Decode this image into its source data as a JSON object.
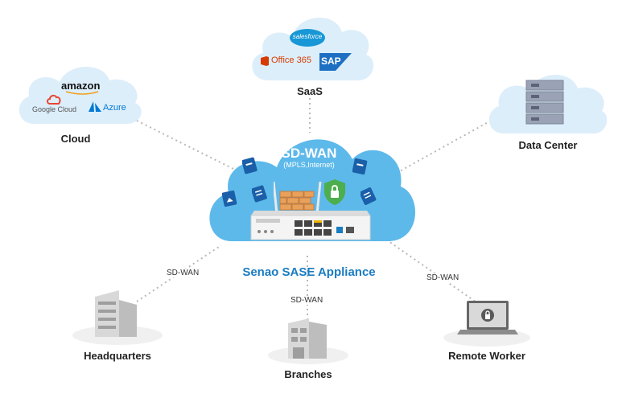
{
  "center": {
    "title": "SD-WAN",
    "subtitle": "(MPLS,Internet)",
    "caption": "Senao SASE Appliance"
  },
  "nodes": {
    "cloud": {
      "label": "Cloud",
      "brands": [
        "amazon",
        "Google Cloud",
        "Azure"
      ]
    },
    "saas": {
      "label": "SaaS",
      "brands": [
        "salesforce",
        "Office 365",
        "SAP"
      ]
    },
    "datacenter": {
      "label": "Data Center"
    },
    "headquarters": {
      "label": "Headquarters"
    },
    "branches": {
      "label": "Branches"
    },
    "remote": {
      "label": "Remote Worker"
    }
  },
  "links": {
    "hq": "SD-WAN",
    "branches": "SD-WAN",
    "remote": "SD-WAN"
  },
  "colors": {
    "cloud_light": "#dceefa",
    "cloud_main": "#5db9ea",
    "accent_blue": "#1a7cc1",
    "line": "#b8b8b8",
    "firewall": "#e8a15a",
    "shield": "#4cae4c"
  }
}
